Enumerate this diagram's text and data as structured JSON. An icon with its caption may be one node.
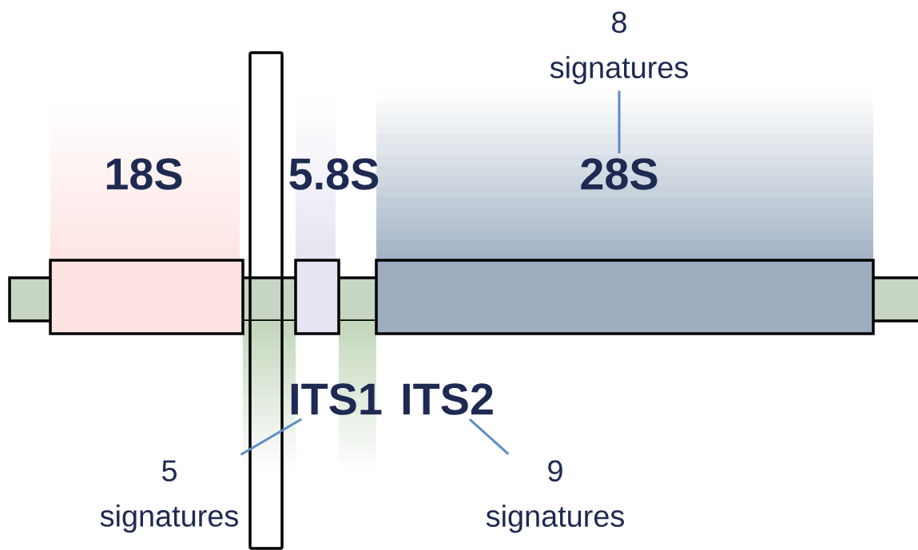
{
  "diagram": {
    "nodes": [
      {
        "text": [
          "18S"
        ]
      },
      {
        "text": [
          "5.8S"
        ]
      },
      {
        "text": [
          "28S"
        ]
      },
      {
        "text": [
          "ITS1"
        ]
      },
      {
        "text": [
          "ITS2"
        ]
      },
      {
        "text": [],
        "shape": "box"
      },
      {
        "text": [
          "8 signatures"
        ]
      },
      {
        "text": [
          "5 signatures"
        ]
      },
      {
        "text": [
          "9 signatures"
        ]
      }
    ],
    "edges": [
      {
        "from": 6,
        "to": 2,
        "arrow": "none"
      },
      {
        "from": 7,
        "to": 3,
        "arrow": "none"
      },
      {
        "from": 8,
        "to": 4,
        "arrow": "none"
      }
    ]
  }
}
